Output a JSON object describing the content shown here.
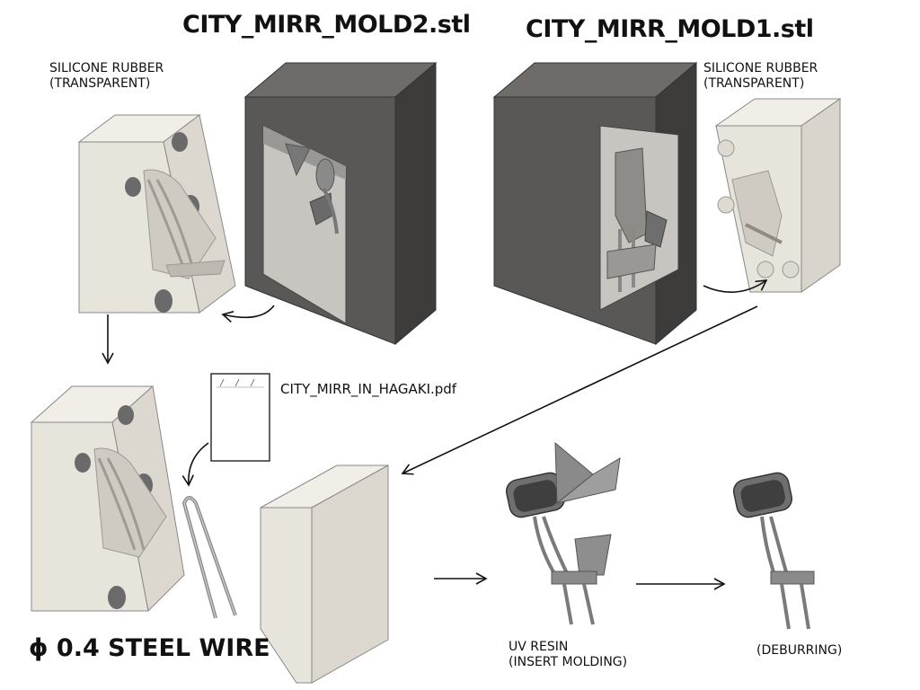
{
  "files": {
    "mold2": "CITY_MIRR_MOLD2.stl",
    "mold1": "CITY_MIRR_MOLD1.stl",
    "pdf": "CITY_MIRR_IN_HAGAKI.pdf"
  },
  "labels": {
    "silicone_left_1": "SILICONE RUBBER",
    "silicone_left_2": "(TRANSPARENT)",
    "silicone_right_1": "SILICONE RUBBER",
    "silicone_right_2": "(TRANSPARENT)",
    "steel_wire": "ϕ 0.4 STEEL WIRE",
    "uv_resin_1": "UV RESIN",
    "uv_resin_2": "(INSERT MOLDING)",
    "deburring": "(DEBURRING)"
  },
  "colors": {
    "mold_dark": "#5e5b58",
    "mold_face": "#4a4846",
    "silicone": "#e6e3da",
    "part": "#7a7a7a",
    "wire": "#8c8c8c"
  }
}
